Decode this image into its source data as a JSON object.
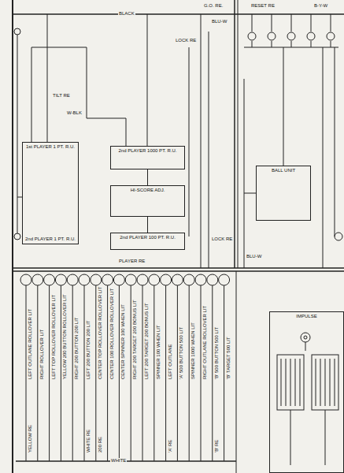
{
  "diagram": {
    "nodes": [
      {
        "text": [
          "1st PLAYER 1 PT. R.U.",
          "2nd PLAYER 1 PT. R.U."
        ]
      },
      {
        "text": [
          "2nd PLAYER 1000 PT. R.U."
        ]
      },
      {
        "text": [
          "HI-SCORE ADJ."
        ]
      },
      {
        "text": [
          "2nd PLAYER 100 PT. R.U."
        ]
      },
      {
        "text": [
          "BALL UNIT"
        ]
      },
      {
        "text": [
          "IMPULSE"
        ]
      }
    ],
    "edges": [
      {
        "from": 1,
        "to": 2,
        "arrow": "none"
      },
      {
        "from": 2,
        "to": 3,
        "arrow": "none"
      }
    ],
    "labels": [
      "BLACK",
      "G.O. RE.",
      "RESET RE",
      "B-Y-W",
      "LOCK RE",
      "BLU-W",
      "TILT RE",
      "W-BLK",
      "PLAYER RE",
      "LOCK RE",
      "BLU-W",
      "LEFT OUTLANE ROLLOVER LIT",
      "RIGHT ROLLOVER LIT",
      "LEFT TOP ROLLOVER ROLLOVER LIT",
      "YELLOW 200 BUTTON ROLLOVER LIT",
      "RIGHT 200 BUTTON 200 LIT",
      "LEFT 200 BUTTON 200 LIT",
      "CENTER TOP ROLLOVER ROLLOVER LIT",
      "CENTER 100 ROLLOVER ROLLOVER LIT",
      "CENTER SPINNER 100 WHEN LIT",
      "RIGHT 200 TARGET 200 BONUS LIT",
      "LEFT 200 TARGET 200 BONUS LIT",
      "SPINNER 100 WHEN LIT",
      "LEFT OUTLANE",
      "'A' 500 BUTTON 500 LIT",
      "SPINNER 1000 WHEN LIT",
      "RIGHT OUTLANE ROLLOVER LIT",
      "'B' 500 BUTTON 500 LIT",
      "'B' TARGET 500 LIT",
      "YELLOW RE",
      "WHITE RE",
      "200 RE",
      "'A' RE",
      "'B' RE",
      "WHITE"
    ]
  }
}
